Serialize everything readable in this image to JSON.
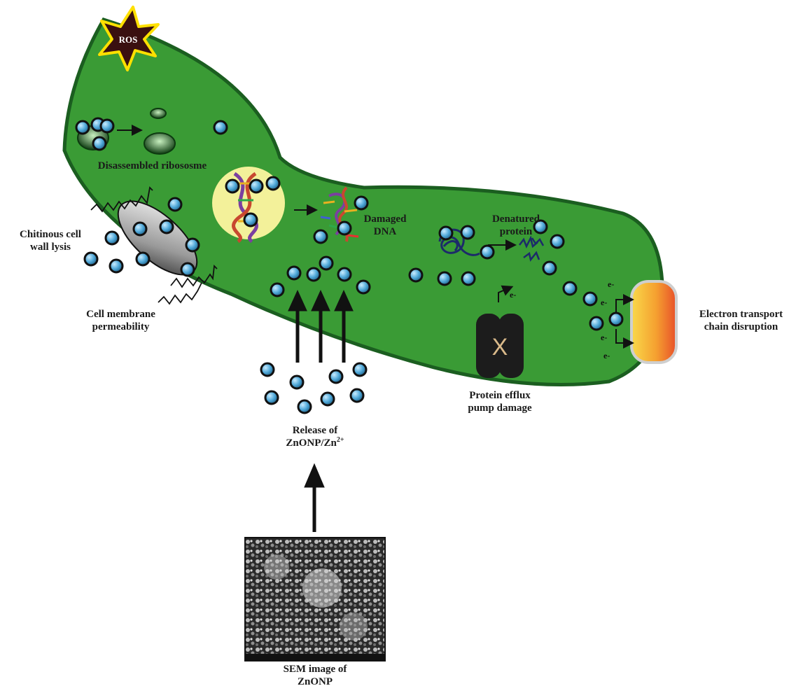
{
  "labels": {
    "ros": "ROS",
    "disassembled_ribosome": "Disassembled ribososme",
    "chitinous_line1": "Chitinous cell",
    "chitinous_line2": "wall lysis",
    "membrane_line1": "Cell membrane",
    "membrane_line2": "permeability",
    "damaged_line1": "Damaged",
    "damaged_line2": "DNA",
    "denatured_line1": "Denatured",
    "denatured_line2": "protein",
    "efflux_line1": "Protein efflux",
    "efflux_line2": "pump damage",
    "etc_line1": "Electron transport",
    "etc_line2": "chain disruption",
    "release_line1": "Release of",
    "release_line2": "ZnONP/Zn",
    "release_sup": "2+",
    "sem_line1": "SEM image of",
    "sem_line2": "ZnONP",
    "electron": "e-",
    "efflux_mark": "X"
  },
  "colors": {
    "cell_fill": "#3a9b35",
    "cell_border": "#1b5e20",
    "ros_star": "#3a1010",
    "ros_outline": "#ffe000",
    "nucleoid": "#f3f19a",
    "particle": "#4fa8d8",
    "pump": "#1c1c1c",
    "etc_top": "#f5c23a",
    "etc_bottom": "#f0622a"
  }
}
